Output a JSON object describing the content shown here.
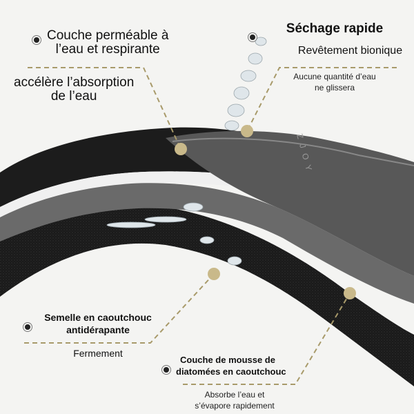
{
  "brand_logo": "ZJOY",
  "callouts": {
    "top_left": {
      "title": "Couche perméable à",
      "title2": "l’eau et respirante",
      "sub": "accélère l’absorption",
      "sub2": "de l’eau"
    },
    "top_right": {
      "title": "Séchage rapide",
      "sub": "Revêtement bionique",
      "desc": "Aucune quantité d’eau",
      "desc2": "ne glissera"
    },
    "bottom_left": {
      "title": "Semelle en caoutchouc",
      "title2": "antidérapante",
      "desc": "Fermement"
    },
    "bottom_right": {
      "title": "Couche de mousse de",
      "title2": "diatomées en caoutchouc",
      "desc": "Absorbe l’eau et",
      "desc2": "s’évapore rapidement"
    }
  },
  "colors": {
    "accent": "#c9b98a",
    "dashed_line": "#a89a6a",
    "foam": "#1b1b1b",
    "top_layer": "#5a5a5a"
  }
}
